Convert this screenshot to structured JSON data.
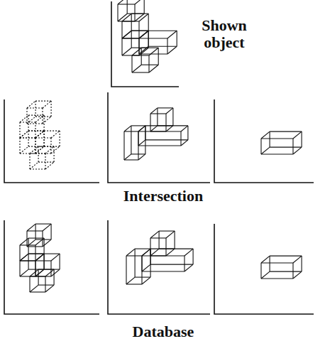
{
  "diagram": {
    "labels": [
      "Shown object",
      "Intersection",
      "Database"
    ]
  }
}
